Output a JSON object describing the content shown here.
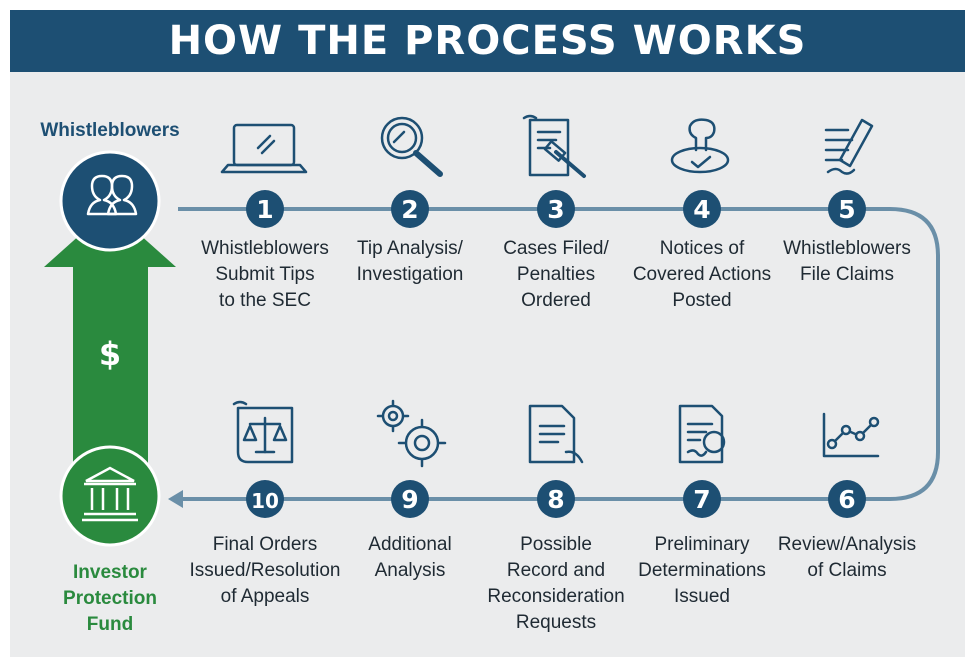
{
  "title": "HOW THE PROCESS WORKS",
  "whistleblowers_label": "Whistleblowers",
  "fund_label": [
    "Investor",
    "Protection",
    "Fund"
  ],
  "dollar_symbol": "$",
  "colors": {
    "navy": "#1d4f73",
    "green": "#2a8a3e",
    "line": "#6a8fa8",
    "background": "#ebeced"
  },
  "steps": [
    {
      "number": "1",
      "lines": [
        "Whistleblowers",
        "Submit Tips",
        "to the SEC"
      ],
      "icon": "laptop-icon"
    },
    {
      "number": "2",
      "lines": [
        "Tip Analysis/",
        "Investigation"
      ],
      "icon": "magnifier-icon"
    },
    {
      "number": "3",
      "lines": [
        "Cases Filed/",
        "Penalties",
        "Ordered"
      ],
      "icon": "gavel-document-icon"
    },
    {
      "number": "4",
      "lines": [
        "Notices of",
        "Covered Actions",
        "Posted"
      ],
      "icon": "stamp-icon"
    },
    {
      "number": "5",
      "lines": [
        "Whistleblowers",
        "File Claims"
      ],
      "icon": "pen-document-icon"
    },
    {
      "number": "6",
      "lines": [
        "Review/Analysis",
        "of Claims"
      ],
      "icon": "line-chart-icon"
    },
    {
      "number": "7",
      "lines": [
        "Preliminary",
        "Determinations",
        "Issued"
      ],
      "icon": "sealed-document-icon"
    },
    {
      "number": "8",
      "lines": [
        "Possible",
        "Record and",
        "Reconsideration",
        "Requests"
      ],
      "icon": "document-icon"
    },
    {
      "number": "9",
      "lines": [
        "Additional",
        "Analysis"
      ],
      "icon": "gears-icon"
    },
    {
      "number": "10",
      "lines": [
        "Final Orders",
        "Issued/Resolution",
        "of Appeals"
      ],
      "icon": "scales-scroll-icon"
    }
  ]
}
